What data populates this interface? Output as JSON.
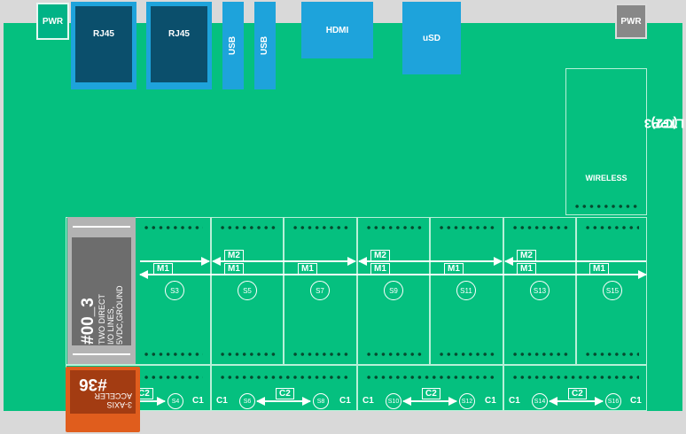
{
  "board": {
    "background": "#05c07f",
    "connector_color": "#1ea3db",
    "rj45_inner_color": "#0b4f6c"
  },
  "connectors": {
    "pwr_left": "PWR",
    "rj45_a": "RJ45",
    "rj45_b": "RJ45",
    "usb_a": "USB",
    "usb_b": "USB",
    "hdmi": "HDMI",
    "usd": "uSD",
    "pwr_right": "PWR"
  },
  "wireless": {
    "label": "WIRELESS"
  },
  "ltpp": {
    "line1": "LTPP3",
    "line2": "(G2)"
  },
  "module_00": {
    "title": "#00_3",
    "desc1": "TWO DIRECT",
    "desc2": "I/O LINES,",
    "desc3": "5VDC,GROUND"
  },
  "module_36": {
    "title": "#36",
    "desc1": "3-AXIS",
    "desc2": "ACCELER"
  },
  "upper_sockets": [
    "S3",
    "S5",
    "S7",
    "S9",
    "S11",
    "S13",
    "S15"
  ],
  "bus": {
    "m1": "M1",
    "m2": "M2",
    "c1": "C1",
    "c2": "C2"
  },
  "lower_sockets": [
    {
      "label": "S4"
    },
    {
      "label": "S6"
    },
    {
      "label": "S8"
    },
    {
      "label": "S10"
    },
    {
      "label": "S12"
    },
    {
      "label": "S14"
    },
    {
      "label": "S16"
    }
  ]
}
